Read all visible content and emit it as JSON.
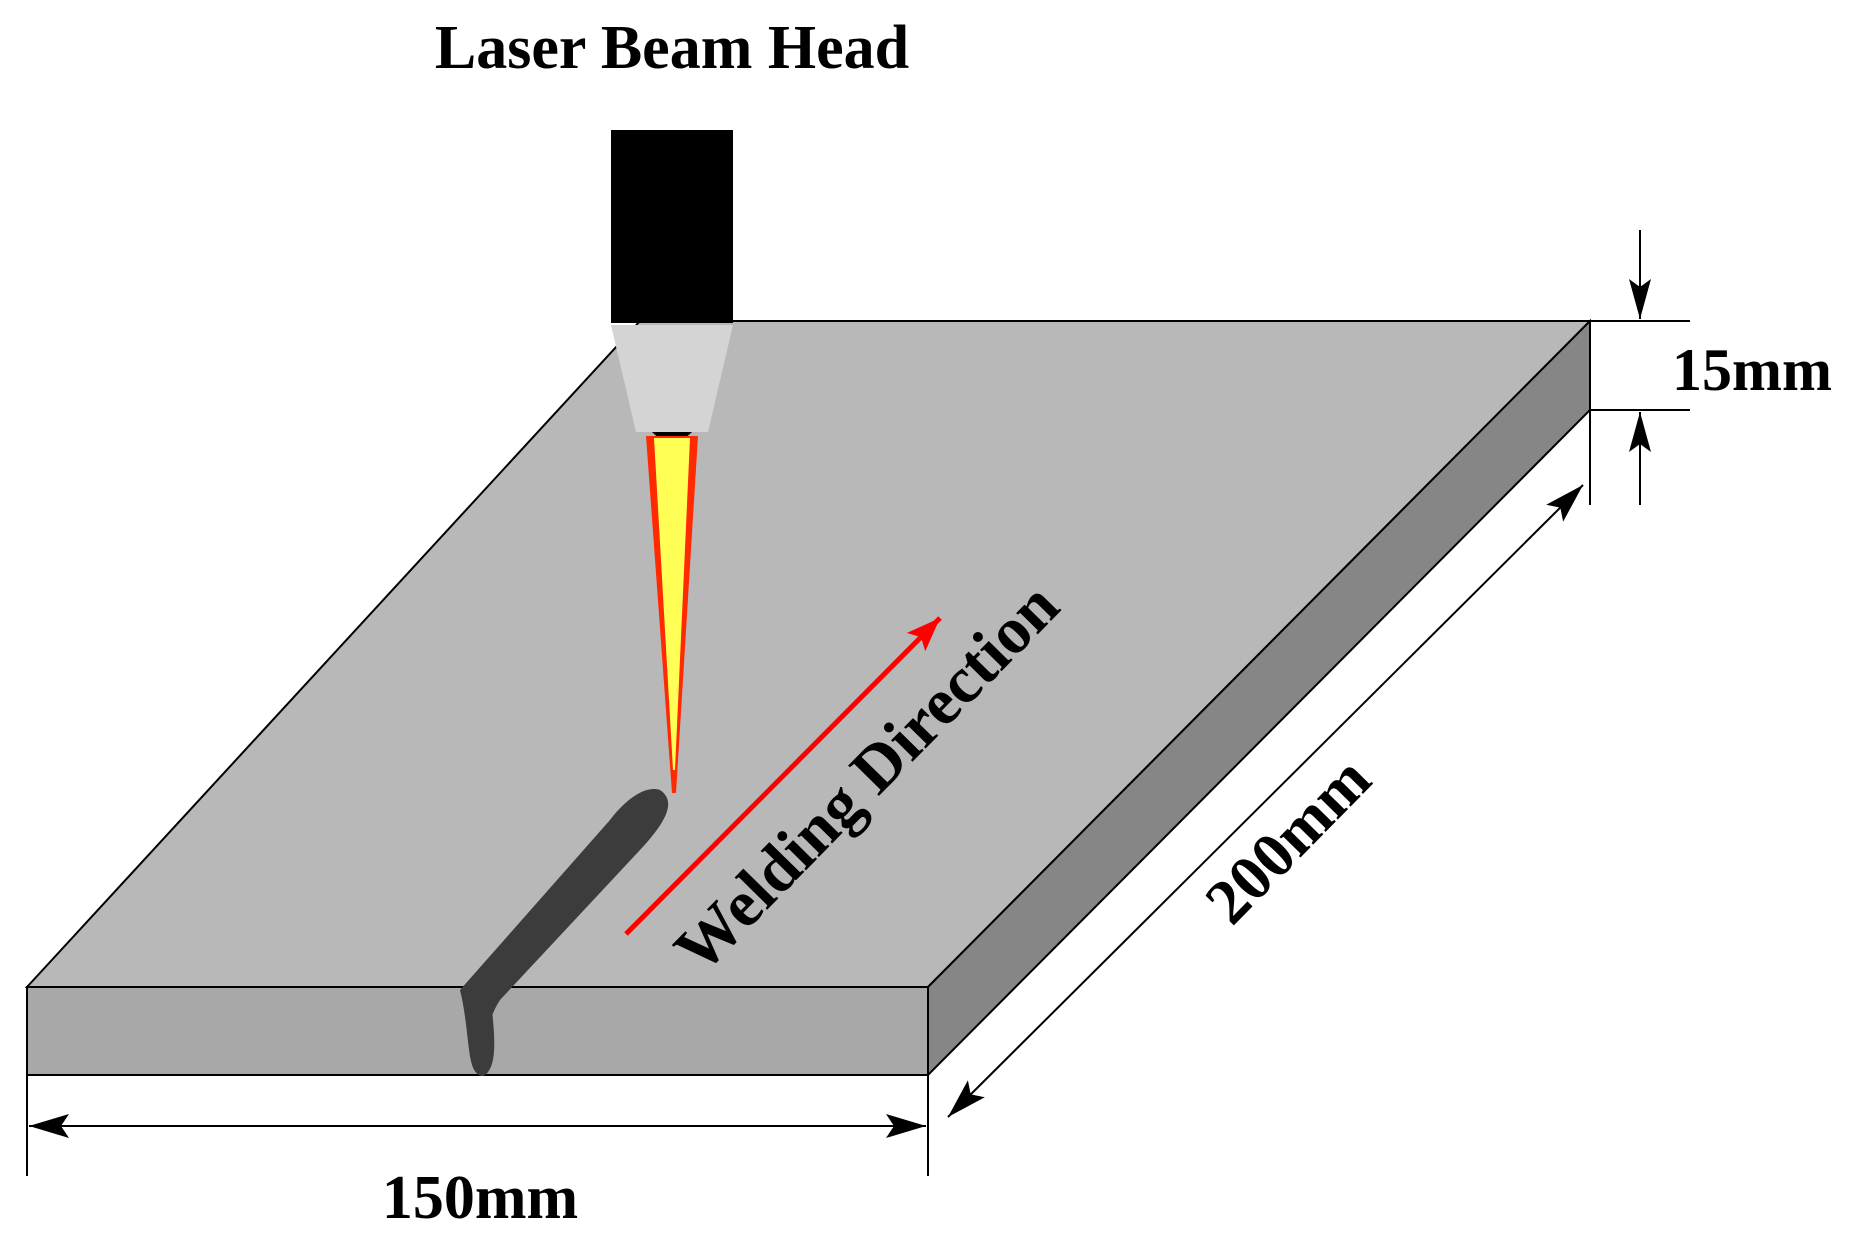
{
  "labels": {
    "head": "Laser Beam Head",
    "direction": "Welding Direction",
    "thickness": "15mm",
    "length": "200mm",
    "width": "150mm"
  },
  "colors": {
    "plate_top": "#b8b8b8",
    "plate_front": "#a8a8a8",
    "plate_side": "#868686",
    "weld_seam": "#3c3c3c",
    "head_body": "#000000",
    "nozzle": "#d4d4d4",
    "beam_core": "#ffff55",
    "beam_edge": "#ff2a00",
    "direction_arrow": "#ff0000",
    "dimension_lines": "#000000"
  }
}
